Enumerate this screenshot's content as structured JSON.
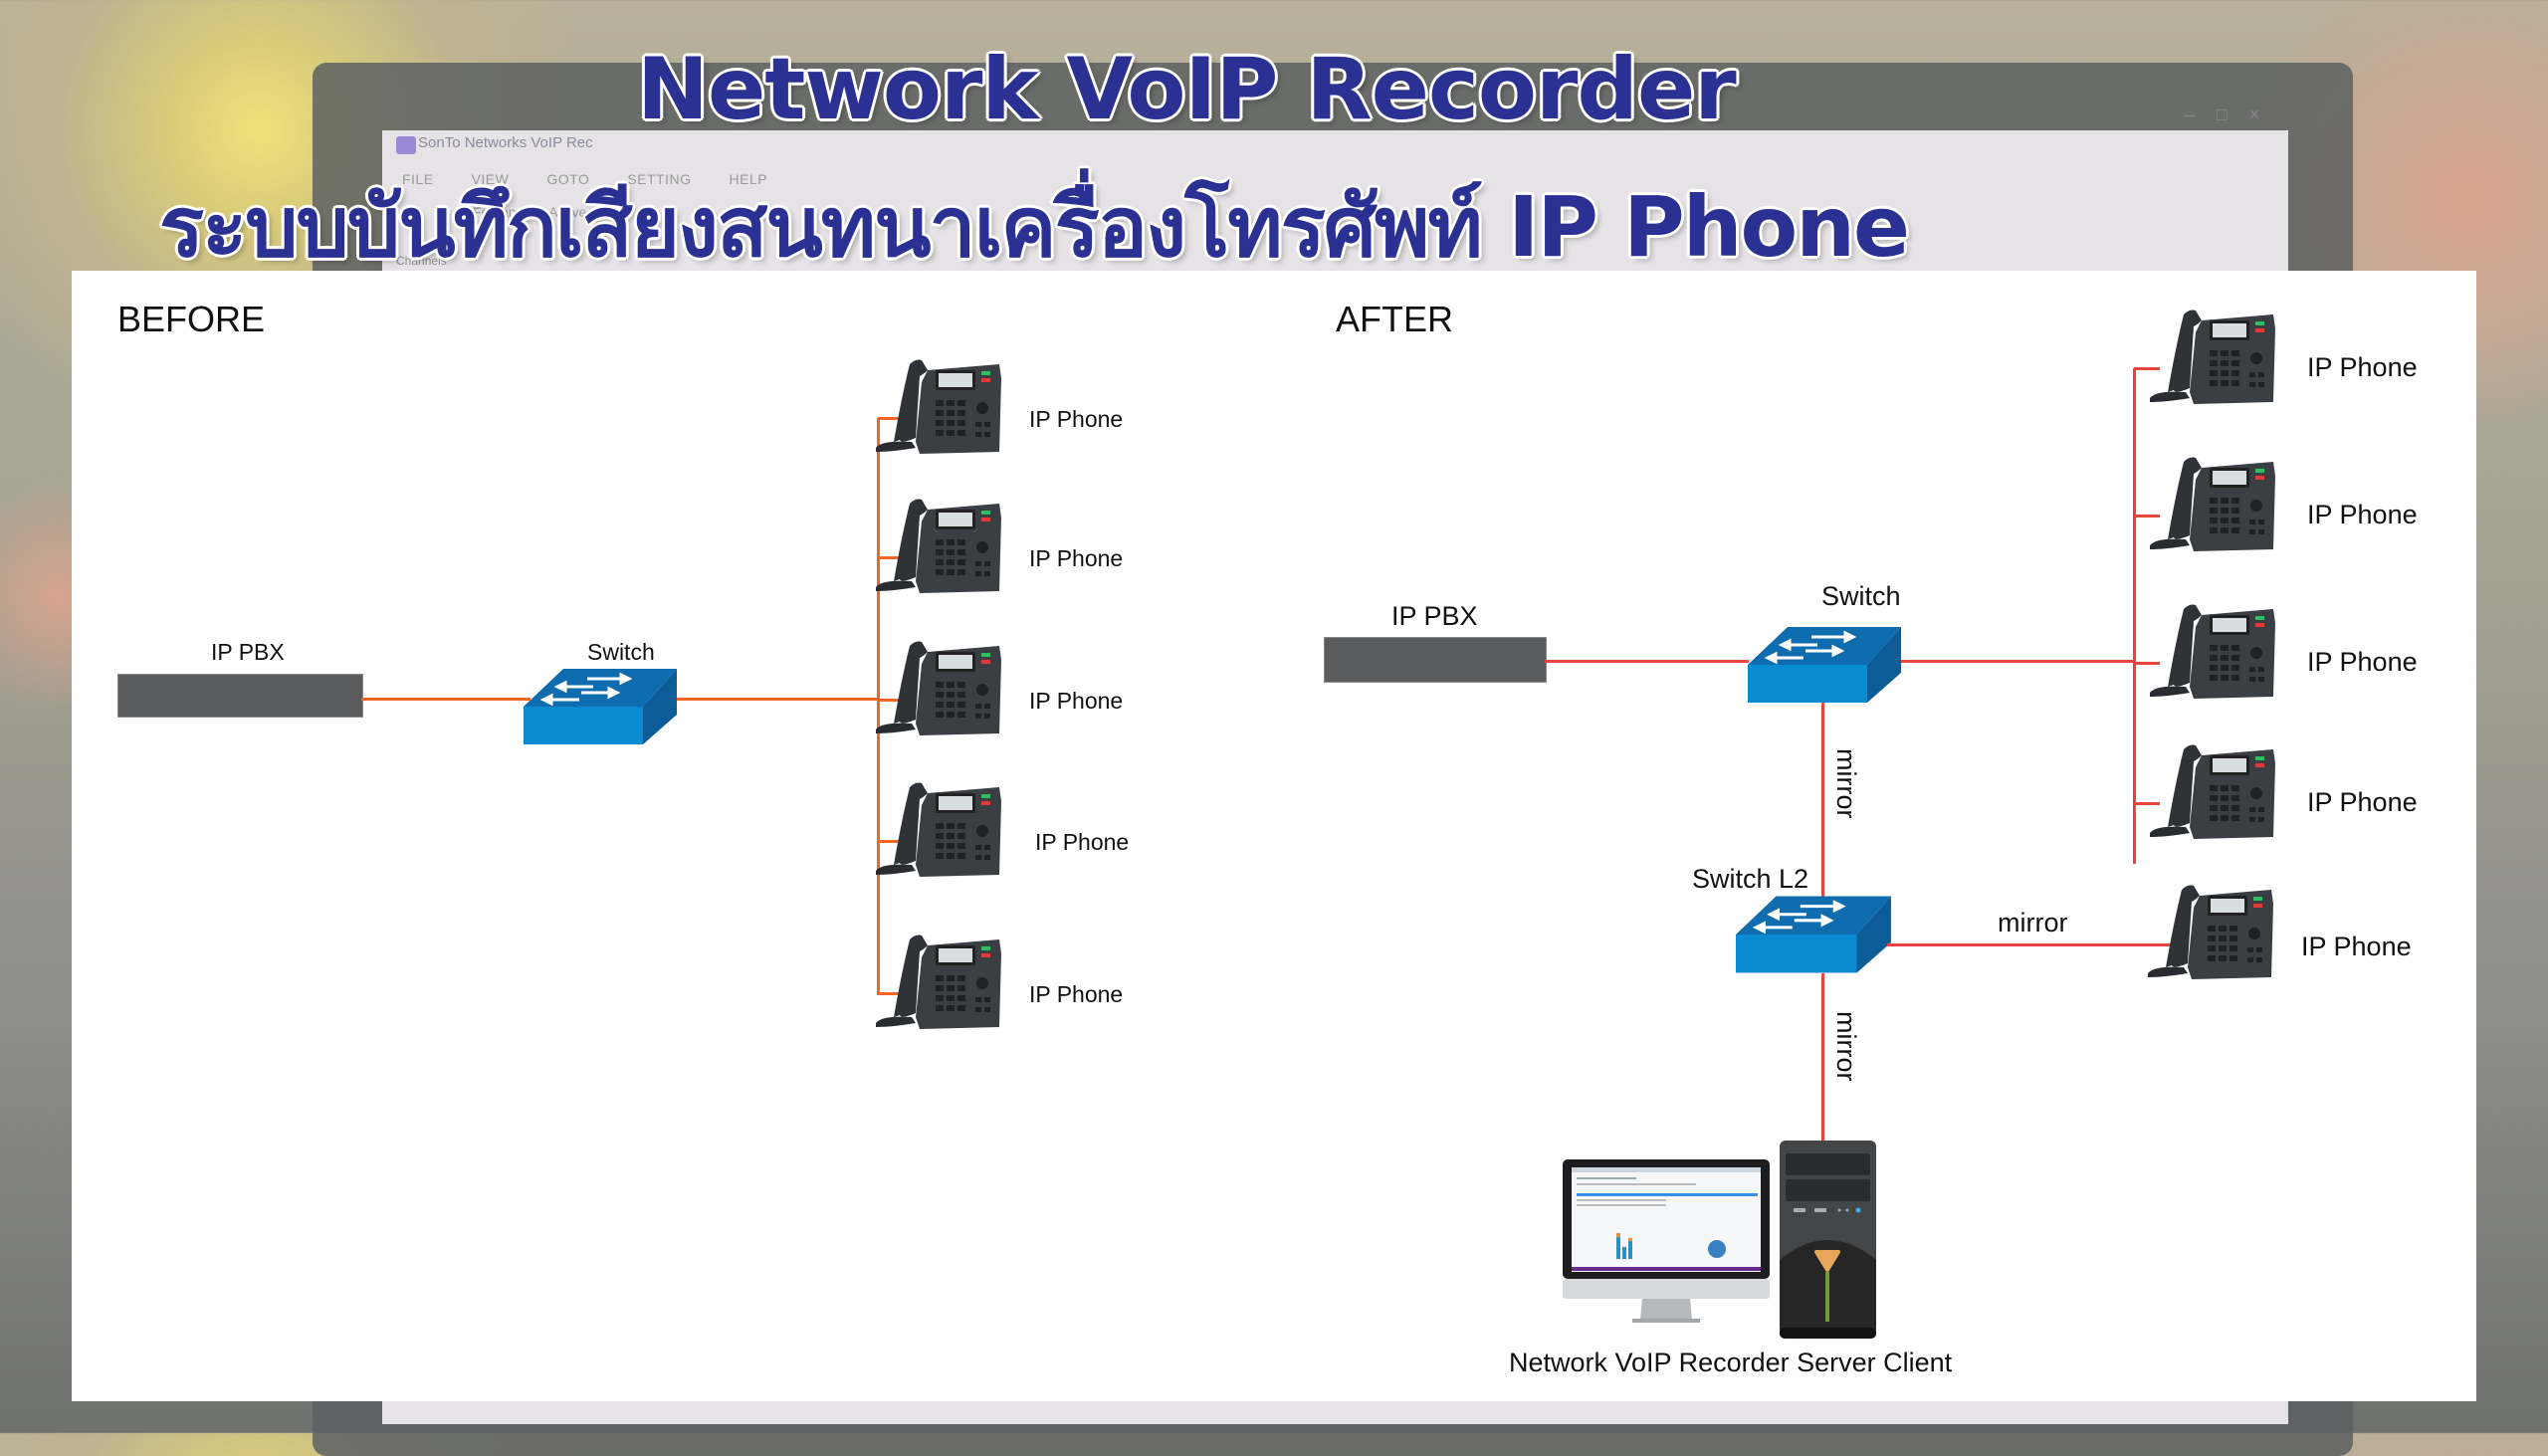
{
  "header": {
    "title_en": "Network VoIP Recorder",
    "title_th": "ระบบบันทึกเสียงสนทนาเครื่องโทรศัพท์ IP Phone",
    "title_color": "#2b3192"
  },
  "background_window": {
    "title": "SonTo Networks VoIP Rec",
    "menu": [
      "FILE",
      "VIEW",
      "GOTO",
      "SETTING",
      "HELP"
    ],
    "toolbar_text": "Fo     hannels, Active",
    "sidebar_label": "Channels",
    "window_controls": [
      "–",
      "□",
      "×"
    ]
  },
  "before": {
    "heading": "BEFORE",
    "pbx_label": "IP PBX",
    "switch_label": "Switch",
    "link_color": "#f26522",
    "phones": [
      {
        "label": "IP Phone"
      },
      {
        "label": "IP Phone"
      },
      {
        "label": "IP Phone"
      },
      {
        "label": "IP Phone"
      },
      {
        "label": "IP Phone"
      }
    ]
  },
  "after": {
    "heading": "AFTER",
    "pbx_label": "IP PBX",
    "switch_label": "Switch",
    "switch_l2_label": "Switch L2",
    "link_color": "#e8453c",
    "mirror_labels": [
      "mirror",
      "mirror",
      "mirror"
    ],
    "phones": [
      {
        "label": "IP Phone"
      },
      {
        "label": "IP Phone"
      },
      {
        "label": "IP Phone"
      },
      {
        "label": "IP Phone"
      }
    ],
    "mirrored_phone": {
      "label": "IP Phone"
    },
    "recorder_caption": "Network VoIP Recorder Server Client"
  },
  "icons": {
    "switch": "network-switch-icon",
    "phone": "ip-phone-icon",
    "pbx": "ip-pbx-icon",
    "monitor": "monitor-icon",
    "server": "server-tower-icon"
  }
}
